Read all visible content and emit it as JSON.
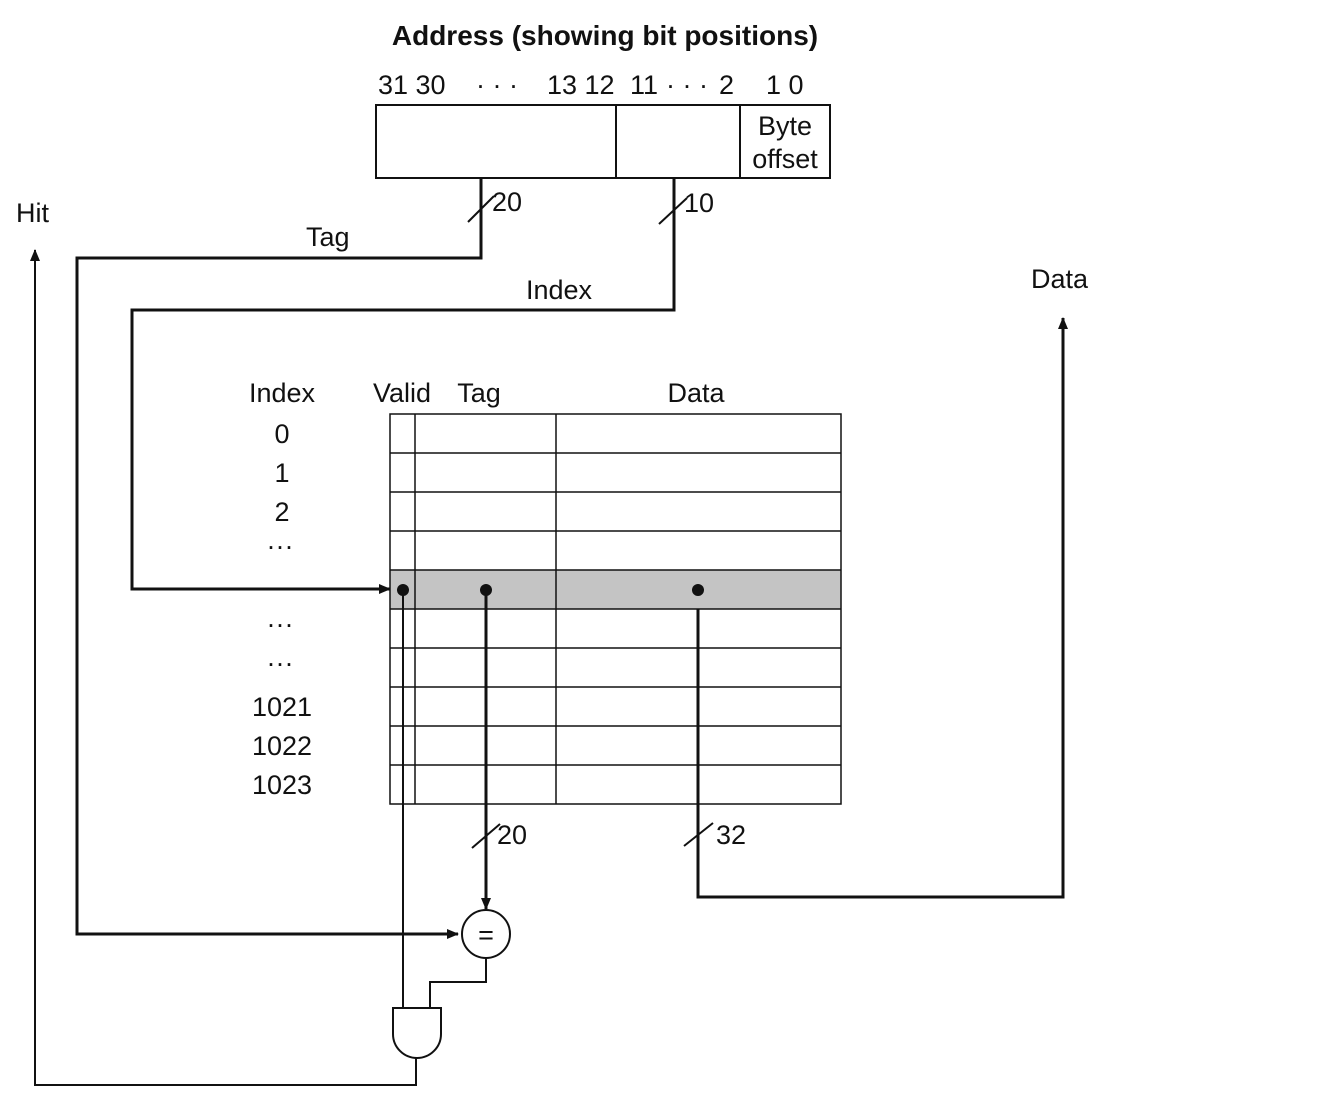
{
  "address": {
    "title": "Address (showing bit positions)",
    "bits": {
      "b31_30": "31 30",
      "dots1": "· · ·",
      "b13_12": "13 12",
      "b11": "11",
      "dots2": "· · ·",
      "b2": "2",
      "b1_0": "1 0"
    },
    "byte_offset_line1": "Byte",
    "byte_offset_line2": "offset"
  },
  "signals": {
    "hit": "Hit",
    "tag": "Tag",
    "index": "Index",
    "data": "Data",
    "tag_width": "20",
    "index_width": "10",
    "tag_out_width": "20",
    "data_out_width": "32"
  },
  "cache": {
    "headers": {
      "index": "Index",
      "valid": "Valid",
      "tag": "Tag",
      "data": "Data"
    },
    "row_labels": [
      "0",
      "1",
      "2",
      "···",
      "",
      "···",
      "···",
      "1021",
      "1022",
      "1023"
    ],
    "selected_row": 4
  },
  "comparator": {
    "symbol": "="
  },
  "colors": {
    "selected_row_fill": "#c4c4c4",
    "line": "#111111"
  }
}
